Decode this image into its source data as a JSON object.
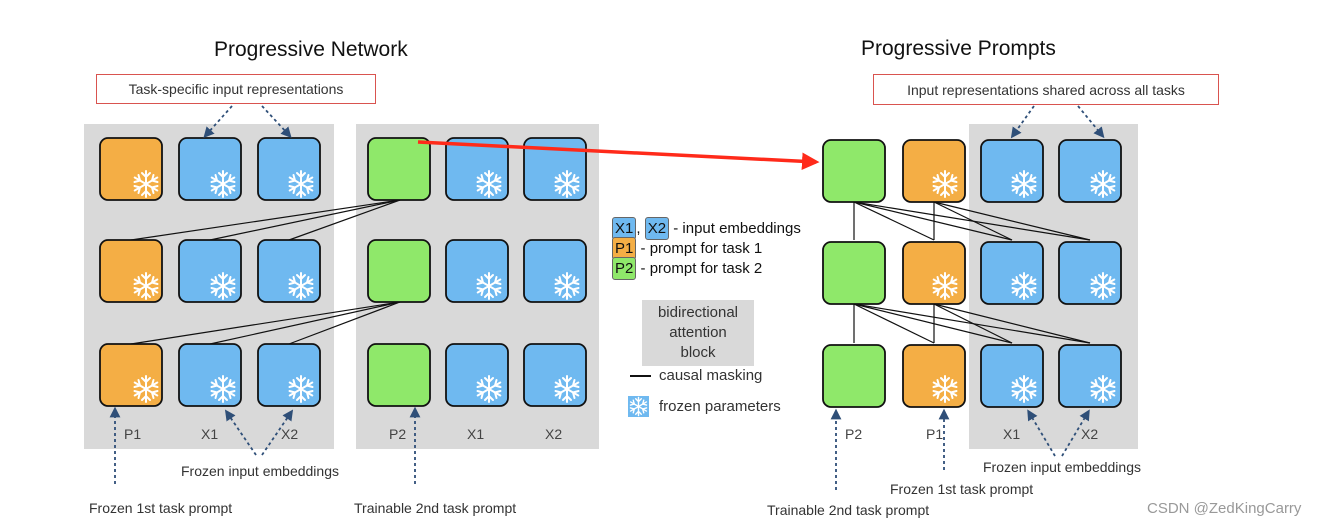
{
  "left": {
    "title": "Progressive Network",
    "input_box": "Task-specific input representations",
    "col_labels": [
      "P1",
      "X1",
      "X2",
      "P2",
      "X1",
      "X2"
    ],
    "frozen_embeddings": "Frozen input embeddings",
    "frozen_prompt": "Frozen 1st task prompt",
    "trainable_prompt": "Trainable 2nd task prompt"
  },
  "right": {
    "title": "Progressive Prompts",
    "input_box": "Input representations shared across all tasks",
    "col_labels": [
      "P2",
      "P1",
      "X1",
      "X2"
    ],
    "frozen_embeddings": "Frozen input embeddings",
    "frozen_prompt": "Frozen 1st task prompt",
    "trainable_prompt": "Trainable 2nd task prompt"
  },
  "legend": {
    "x1": "X1",
    "comma": ",",
    "x2": "X2",
    "embeddings_text": "- input embeddings",
    "p1": "P1",
    "p1_text": "- prompt for task 1",
    "p2": "P2",
    "p2_text": "- prompt for task 2",
    "attention_block": "bidirectional attention block",
    "causal": "causal masking",
    "frozen": "frozen parameters"
  },
  "watermark": "CSDN @ZedKingCarry",
  "colors": {
    "blue": "#6fb9f0",
    "orange": "#f4ae45",
    "green": "#8fe86a",
    "panel": "#d9d9d9",
    "red_arrow": "#ff2a1a",
    "red_border": "#d9534f",
    "dotted_arrow": "#2f4f78"
  }
}
